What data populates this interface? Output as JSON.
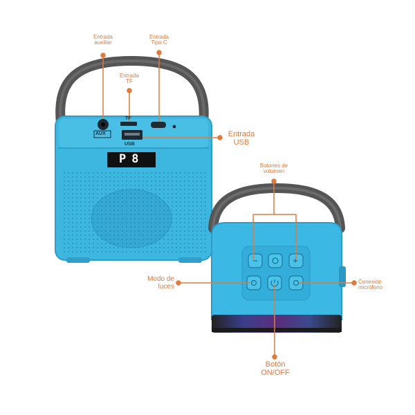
{
  "labels": {
    "aux": "Entrada\nauxiliar",
    "typec": "Entrada\nTipo C",
    "tf": "Entrada\nTF",
    "usb": "Entrada\nUSB",
    "volume": "Botones de\nvolumen",
    "lights": "Modo de\nluces",
    "mic": "Conexión\nmicrófono",
    "power": "Botón\nON/OFF"
  },
  "device_text": {
    "display": "P8",
    "aux_port": "AUX",
    "tf_port": "TF",
    "usb_port": "USB"
  },
  "colors": {
    "accent": "#e07a3c",
    "speaker_blue": "#3db7e0",
    "speaker_blue_dark": "#2596c2",
    "handle": "#4a4a4a"
  }
}
